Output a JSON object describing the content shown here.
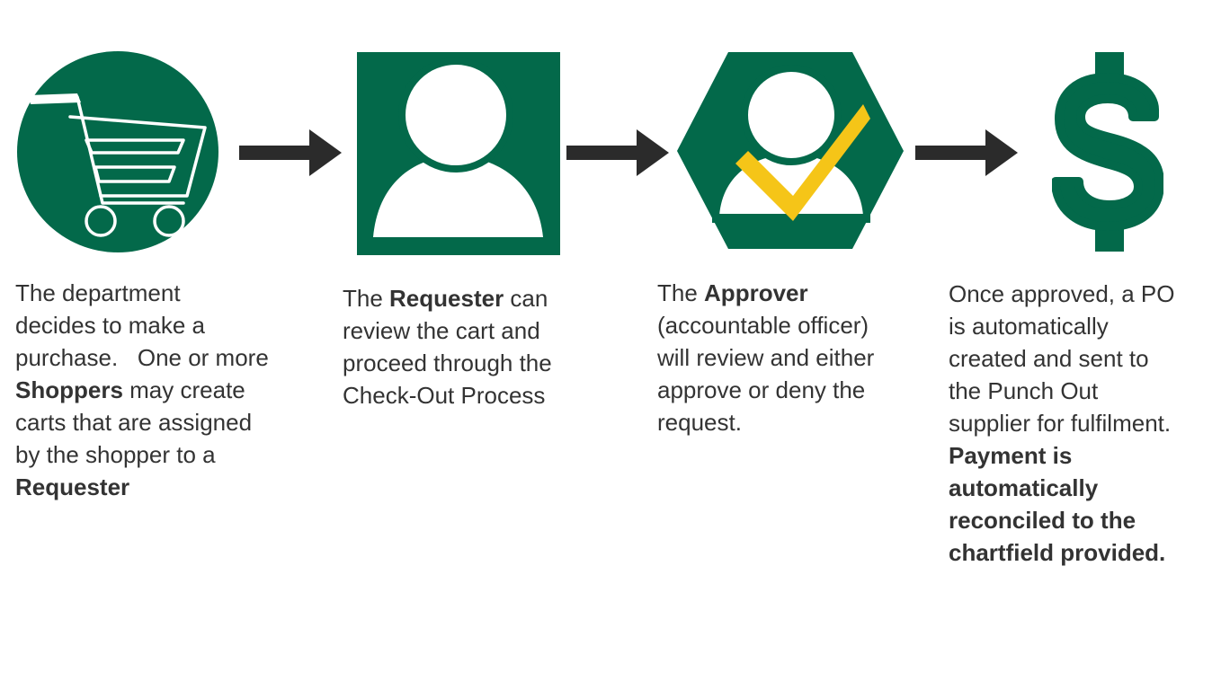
{
  "colors": {
    "brand_green": "#03694a",
    "check_yellow": "#f5c518",
    "arrow": "#2b2b2b",
    "text": "#333333"
  },
  "steps": [
    {
      "icon": "shopping-cart-icon",
      "lines": [
        {
          "parts": [
            {
              "text": "The department",
              "bold": false
            }
          ]
        },
        {
          "parts": [
            {
              "text": "decides to make a",
              "bold": false
            }
          ]
        },
        {
          "parts": [
            {
              "text": "purchase.   One or more",
              "bold": false
            }
          ]
        },
        {
          "parts": [
            {
              "text": "Shoppers",
              "bold": true
            },
            {
              "text": " may create",
              "bold": false
            }
          ]
        },
        {
          "parts": [
            {
              "text": "carts that are assigned",
              "bold": false
            }
          ]
        },
        {
          "parts": [
            {
              "text": "by the shopper to a",
              "bold": false
            }
          ]
        },
        {
          "parts": [
            {
              "text": "Requester",
              "bold": true
            }
          ]
        }
      ]
    },
    {
      "icon": "requester-user-icon",
      "lines": [
        {
          "parts": [
            {
              "text": "The ",
              "bold": false
            },
            {
              "text": "Requester",
              "bold": true
            },
            {
              "text": " can",
              "bold": false
            }
          ]
        },
        {
          "parts": [
            {
              "text": "review the cart and",
              "bold": false
            }
          ]
        },
        {
          "parts": [
            {
              "text": "proceed through the",
              "bold": false
            }
          ]
        },
        {
          "parts": [
            {
              "text": "Check-Out Process",
              "bold": false
            }
          ]
        }
      ]
    },
    {
      "icon": "approver-check-icon",
      "lines": [
        {
          "parts": [
            {
              "text": "The ",
              "bold": false
            },
            {
              "text": "Approver",
              "bold": true
            }
          ]
        },
        {
          "parts": [
            {
              "text": "(accountable officer)",
              "bold": false
            }
          ]
        },
        {
          "parts": [
            {
              "text": "will review and either",
              "bold": false
            }
          ]
        },
        {
          "parts": [
            {
              "text": "approve or deny the",
              "bold": false
            }
          ]
        },
        {
          "parts": [
            {
              "text": "request.",
              "bold": false
            }
          ]
        }
      ]
    },
    {
      "icon": "dollar-sign-icon",
      "lines": [
        {
          "parts": [
            {
              "text": "Once approved, a PO",
              "bold": false
            }
          ]
        },
        {
          "parts": [
            {
              "text": "is automatically",
              "bold": false
            }
          ]
        },
        {
          "parts": [
            {
              "text": "created and sent to",
              "bold": false
            }
          ]
        },
        {
          "parts": [
            {
              "text": "the Punch Out",
              "bold": false
            }
          ]
        },
        {
          "parts": [
            {
              "text": "supplier for fulfilment.",
              "bold": false
            }
          ]
        },
        {
          "parts": [
            {
              "text": "Payment is",
              "bold": true
            }
          ]
        },
        {
          "parts": [
            {
              "text": "automatically",
              "bold": true
            }
          ]
        },
        {
          "parts": [
            {
              "text": "reconciled to the",
              "bold": true
            }
          ]
        },
        {
          "parts": [
            {
              "text": "chartfield provided.",
              "bold": true
            }
          ]
        }
      ]
    }
  ]
}
